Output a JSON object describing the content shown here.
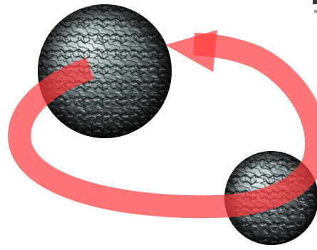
{
  "colors": {
    "background": "#ffffff",
    "arrow": "#ff3b3b",
    "sphere_dark": "#2a2e30",
    "sphere_mid": "#6f7a7e",
    "sphere_light": "#d6e0e2"
  },
  "icons": {
    "large_sphere": "textured-sphere",
    "small_sphere": "textured-sphere",
    "orbit_arrow": "curved-arrow"
  },
  "arrow_opacity": 0.7
}
